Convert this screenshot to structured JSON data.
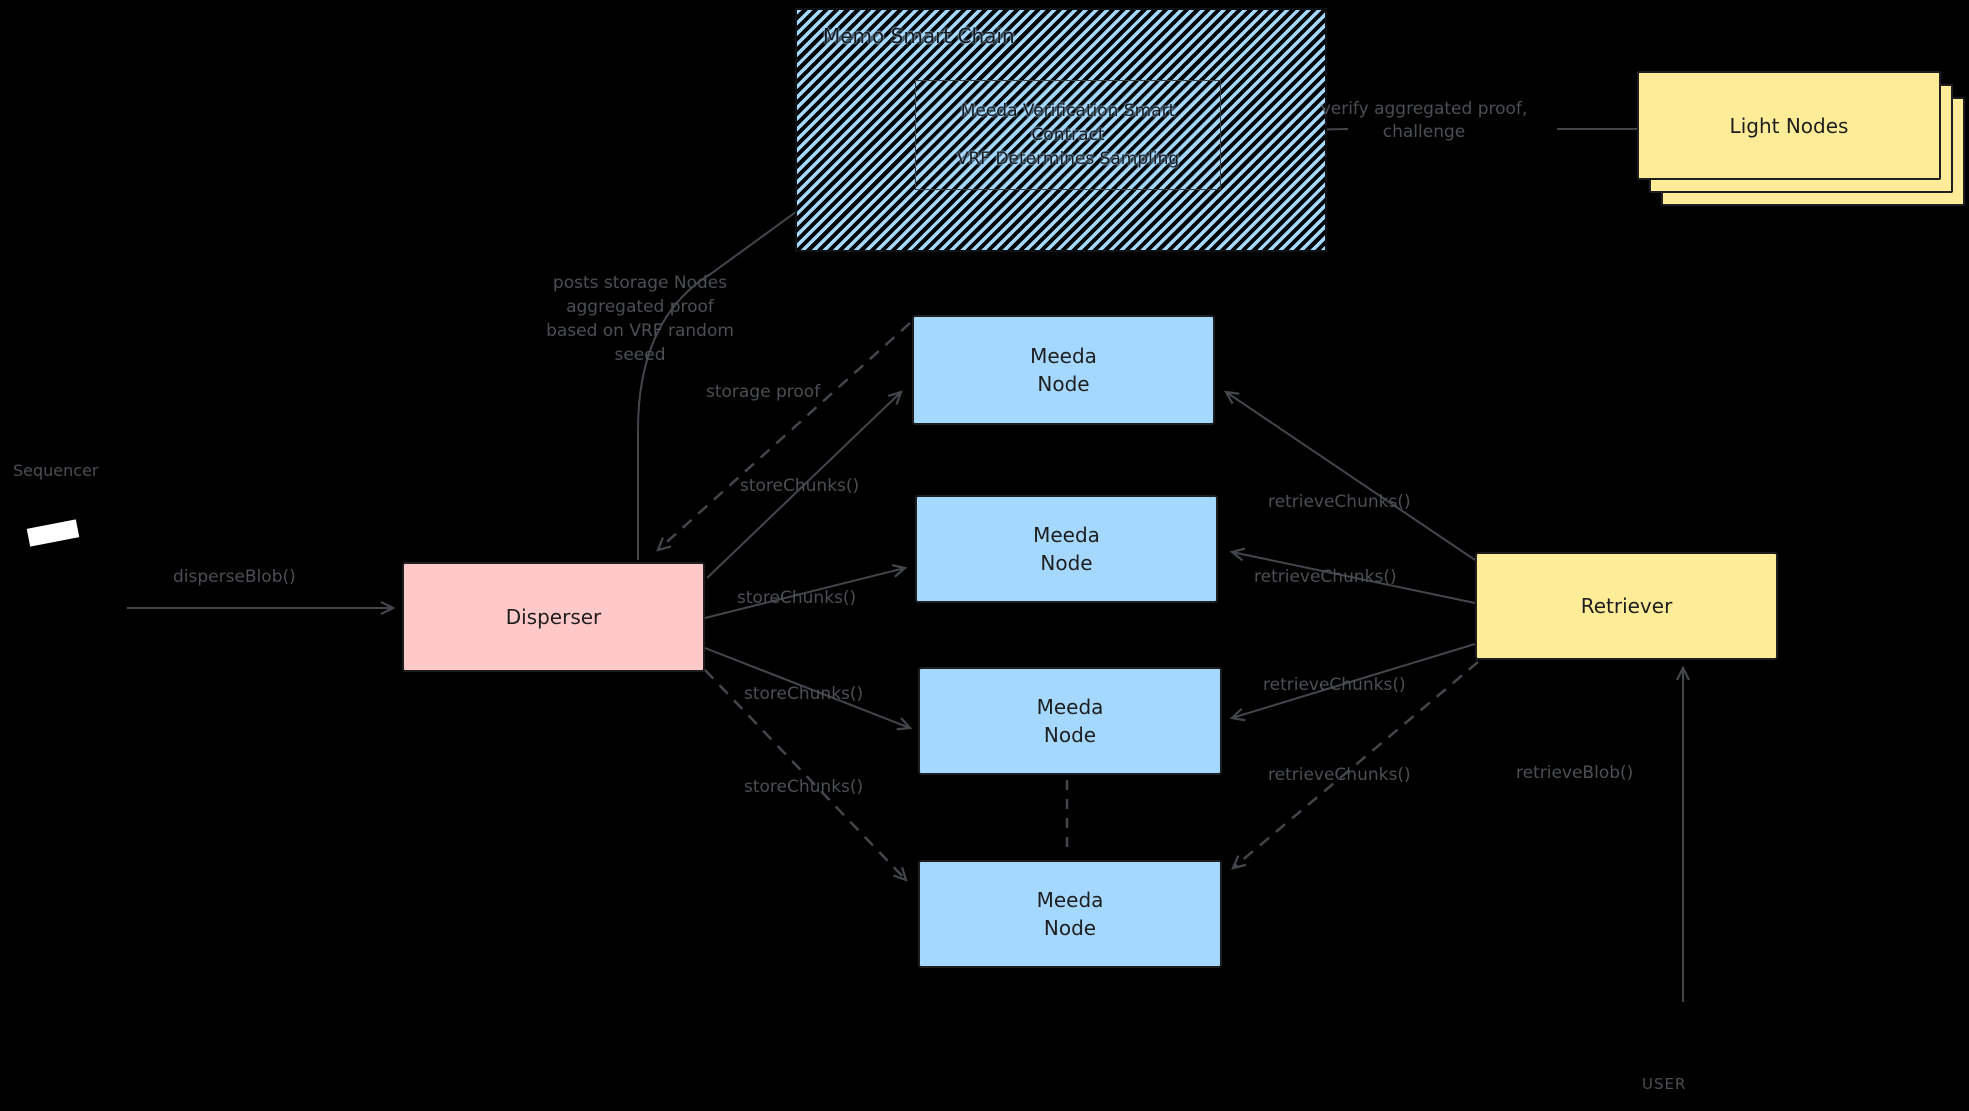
{
  "colors": {
    "background": "#000000",
    "node_blue": "#a5d8ff",
    "disperser_pink": "#ffc9c9",
    "retriever_yellow": "#ffec99",
    "box_stroke": "#1e1e1e",
    "edge_gray": "#4b4f54"
  },
  "chain": {
    "title": "Memo Smart Chain",
    "contract_lines": [
      "Meeda Verification Smart",
      "Contract",
      "VRF Determines Sampling"
    ]
  },
  "light_nodes": {
    "label": "Light Nodes"
  },
  "sequencer": {
    "label": "Sequencer"
  },
  "disperser": {
    "label": "Disperser"
  },
  "retriever": {
    "label": "Retriever"
  },
  "user": {
    "label": "USER"
  },
  "meeda_nodes": [
    {
      "line1": "Meeda",
      "line2": "Node"
    },
    {
      "line1": "Meeda",
      "line2": "Node"
    },
    {
      "line1": "Meeda",
      "line2": "Node"
    },
    {
      "line1": "Meeda",
      "line2": "Node"
    }
  ],
  "edge_labels": {
    "disperse_blob": "disperseBlob()",
    "store_chunks_1": "storeChunks()",
    "store_chunks_2": "storeChunks()",
    "store_chunks_3": "storeChunks()",
    "store_chunks_4": "storeChunks()",
    "retrieve_chunks_1": "retrieveChunks()",
    "retrieve_chunks_2": "retrieveChunks()",
    "retrieve_chunks_3": "retrieveChunks()",
    "retrieve_chunks_4": "retrieveChunks()",
    "storage_proof": "storage proof",
    "posts_proof_lines": [
      "posts storage Nodes",
      "aggregated proof",
      "based on VRF random",
      "seeed"
    ],
    "verify_lines": [
      "verify aggregated proof,",
      "challenge"
    ],
    "retrieve_blob": "retrieveBlob()"
  }
}
